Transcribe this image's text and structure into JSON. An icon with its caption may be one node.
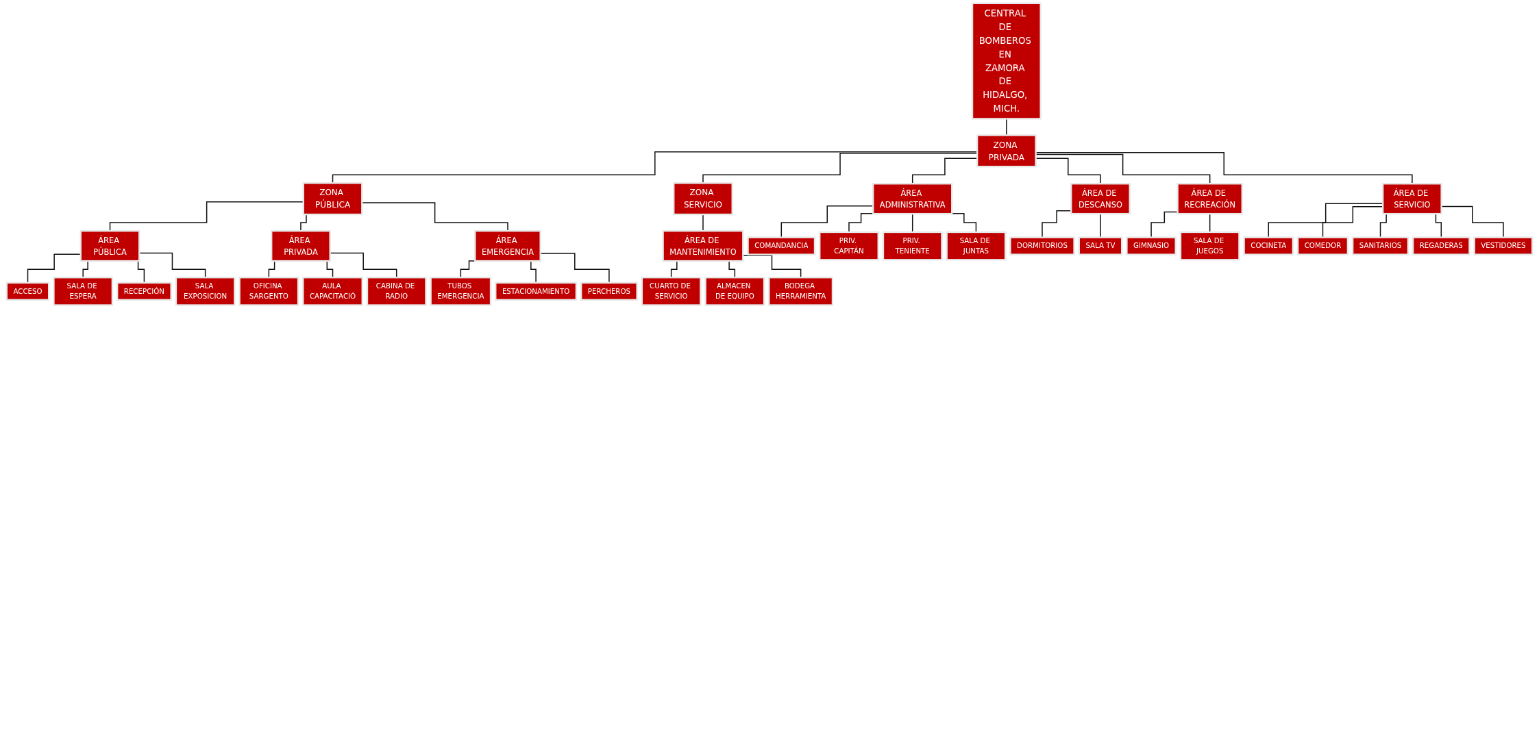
{
  "diagram": {
    "nodes": [
      {
        "text": [
          "CENTRAL DE BOMBEROS EN ZAMORA DE HIDALGO, MICH."
        ]
      },
      {
        "text": [
          "ZONA PÚBLICA"
        ]
      },
      {
        "text": [
          "ZONA PRIVADA"
        ]
      },
      {
        "text": [
          "ZONA SERVICIO"
        ]
      },
      {
        "text": [
          "ÁREA PÚBLICA"
        ]
      },
      {
        "text": [
          "ÁREA PRIVADA"
        ]
      },
      {
        "text": [
          "ÁREA EMERGENCIA"
        ]
      },
      {
        "text": [
          "ÁREA ADMINISTRATIVA"
        ]
      },
      {
        "text": [
          "ÁREA DE DESCANSO"
        ]
      },
      {
        "text": [
          "ÁREA DE RECREACIÓN"
        ]
      },
      {
        "text": [
          "ÁREA DE SERVICIO"
        ]
      },
      {
        "text": [
          "ÁREA DE MANTENIMIENTO"
        ]
      },
      {
        "text": [
          "ACCESO"
        ]
      },
      {
        "text": [
          "SALA DE ESPERA"
        ]
      },
      {
        "text": [
          "RECEPCIÓN"
        ]
      },
      {
        "text": [
          "SALA EXPOSICION"
        ]
      },
      {
        "text": [
          "OFICINA SARGENTO"
        ]
      },
      {
        "text": [
          "AULA CAPACITACIÓ"
        ]
      },
      {
        "text": [
          "CABINA DE RADIO"
        ]
      },
      {
        "text": [
          "TUBOS EMERGENCIA"
        ]
      },
      {
        "text": [
          "ESTACIONAMIENTO"
        ]
      },
      {
        "text": [
          "PERCHEROS"
        ]
      },
      {
        "text": [
          "COMANDANCIA"
        ]
      },
      {
        "text": [
          "PRIV. CAPITÁN"
        ]
      },
      {
        "text": [
          "PRIV. TENIENTE"
        ]
      },
      {
        "text": [
          "SALA DE JUNTAS"
        ]
      },
      {
        "text": [
          "DORMITORIOS"
        ]
      },
      {
        "text": [
          "SALA TV"
        ]
      },
      {
        "text": [
          "GIMNASIO"
        ]
      },
      {
        "text": [
          "SALA DE JUEGOS"
        ]
      },
      {
        "text": [
          "COCINETA"
        ]
      },
      {
        "text": [
          "COMEDOR"
        ]
      },
      {
        "text": [
          "SANITARIOS"
        ]
      },
      {
        "text": [
          "REGADERAS"
        ]
      },
      {
        "text": [
          "VESTIDORES"
        ]
      },
      {
        "text": [
          "CUARTO DE SERVICIO"
        ]
      },
      {
        "text": [
          "ALMACEN DE EQUIPO"
        ]
      },
      {
        "text": [
          "BODEGA HERRAMIENTA"
        ]
      }
    ],
    "edges": [
      {
        "from": 0,
        "to": 2,
        "arrow": "none"
      },
      {
        "from": 2,
        "to": 1,
        "arrow": "none"
      },
      {
        "from": 2,
        "to": 3,
        "arrow": "none"
      },
      {
        "from": 1,
        "to": 4,
        "arrow": "none"
      },
      {
        "from": 1,
        "to": 5,
        "arrow": "none"
      },
      {
        "from": 1,
        "to": 6,
        "arrow": "none"
      },
      {
        "from": 2,
        "to": 7,
        "arrow": "none"
      },
      {
        "from": 2,
        "to": 8,
        "arrow": "none"
      },
      {
        "from": 2,
        "to": 9,
        "arrow": "none"
      },
      {
        "from": 2,
        "to": 10,
        "arrow": "none"
      },
      {
        "from": 3,
        "to": 11,
        "arrow": "none"
      },
      {
        "from": 4,
        "to": 12,
        "arrow": "none"
      },
      {
        "from": 4,
        "to": 13,
        "arrow": "none"
      },
      {
        "from": 4,
        "to": 14,
        "arrow": "none"
      },
      {
        "from": 4,
        "to": 15,
        "arrow": "none"
      },
      {
        "from": 5,
        "to": 16,
        "arrow": "none"
      },
      {
        "from": 5,
        "to": 17,
        "arrow": "none"
      },
      {
        "from": 5,
        "to": 18,
        "arrow": "none"
      },
      {
        "from": 6,
        "to": 19,
        "arrow": "none"
      },
      {
        "from": 6,
        "to": 20,
        "arrow": "none"
      },
      {
        "from": 6,
        "to": 21,
        "arrow": "none"
      },
      {
        "from": 7,
        "to": 22,
        "arrow": "none"
      },
      {
        "from": 7,
        "to": 23,
        "arrow": "none"
      },
      {
        "from": 7,
        "to": 24,
        "arrow": "none"
      },
      {
        "from": 7,
        "to": 25,
        "arrow": "none"
      },
      {
        "from": 8,
        "to": 26,
        "arrow": "none"
      },
      {
        "from": 8,
        "to": 27,
        "arrow": "none"
      },
      {
        "from": 9,
        "to": 28,
        "arrow": "none"
      },
      {
        "from": 9,
        "to": 29,
        "arrow": "none"
      },
      {
        "from": 10,
        "to": 30,
        "arrow": "none"
      },
      {
        "from": 10,
        "to": 31,
        "arrow": "none"
      },
      {
        "from": 10,
        "to": 32,
        "arrow": "none"
      },
      {
        "from": 10,
        "to": 33,
        "arrow": "none"
      },
      {
        "from": 10,
        "to": 34,
        "arrow": "none"
      },
      {
        "from": 11,
        "to": 35,
        "arrow": "none"
      },
      {
        "from": 11,
        "to": 36,
        "arrow": "none"
      },
      {
        "from": 11,
        "to": 37,
        "arrow": "none"
      }
    ]
  }
}
